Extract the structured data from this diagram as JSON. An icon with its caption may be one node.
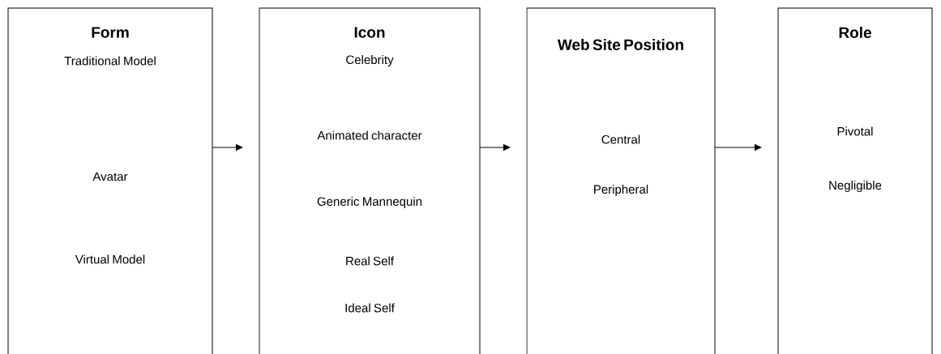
{
  "diagram": {
    "nodes": [
      {
        "text": [
          "Form",
          "Traditional Model",
          "Avatar",
          "Virtual Model"
        ]
      },
      {
        "text": [
          "Icon",
          "Celebrity",
          "Animated character",
          "Generic Mannequin",
          "Real Self",
          "Ideal Self"
        ]
      },
      {
        "text": [
          "Web Site Position",
          "Central",
          "Peripheral"
        ]
      },
      {
        "text": [
          "Role",
          "Pivotal",
          "Negligible"
        ]
      }
    ],
    "edges": [
      {
        "from": 0,
        "to": 1,
        "arrow": "to"
      },
      {
        "from": 1,
        "to": 2,
        "arrow": "to"
      },
      {
        "from": 2,
        "to": 3,
        "arrow": "to"
      }
    ]
  }
}
